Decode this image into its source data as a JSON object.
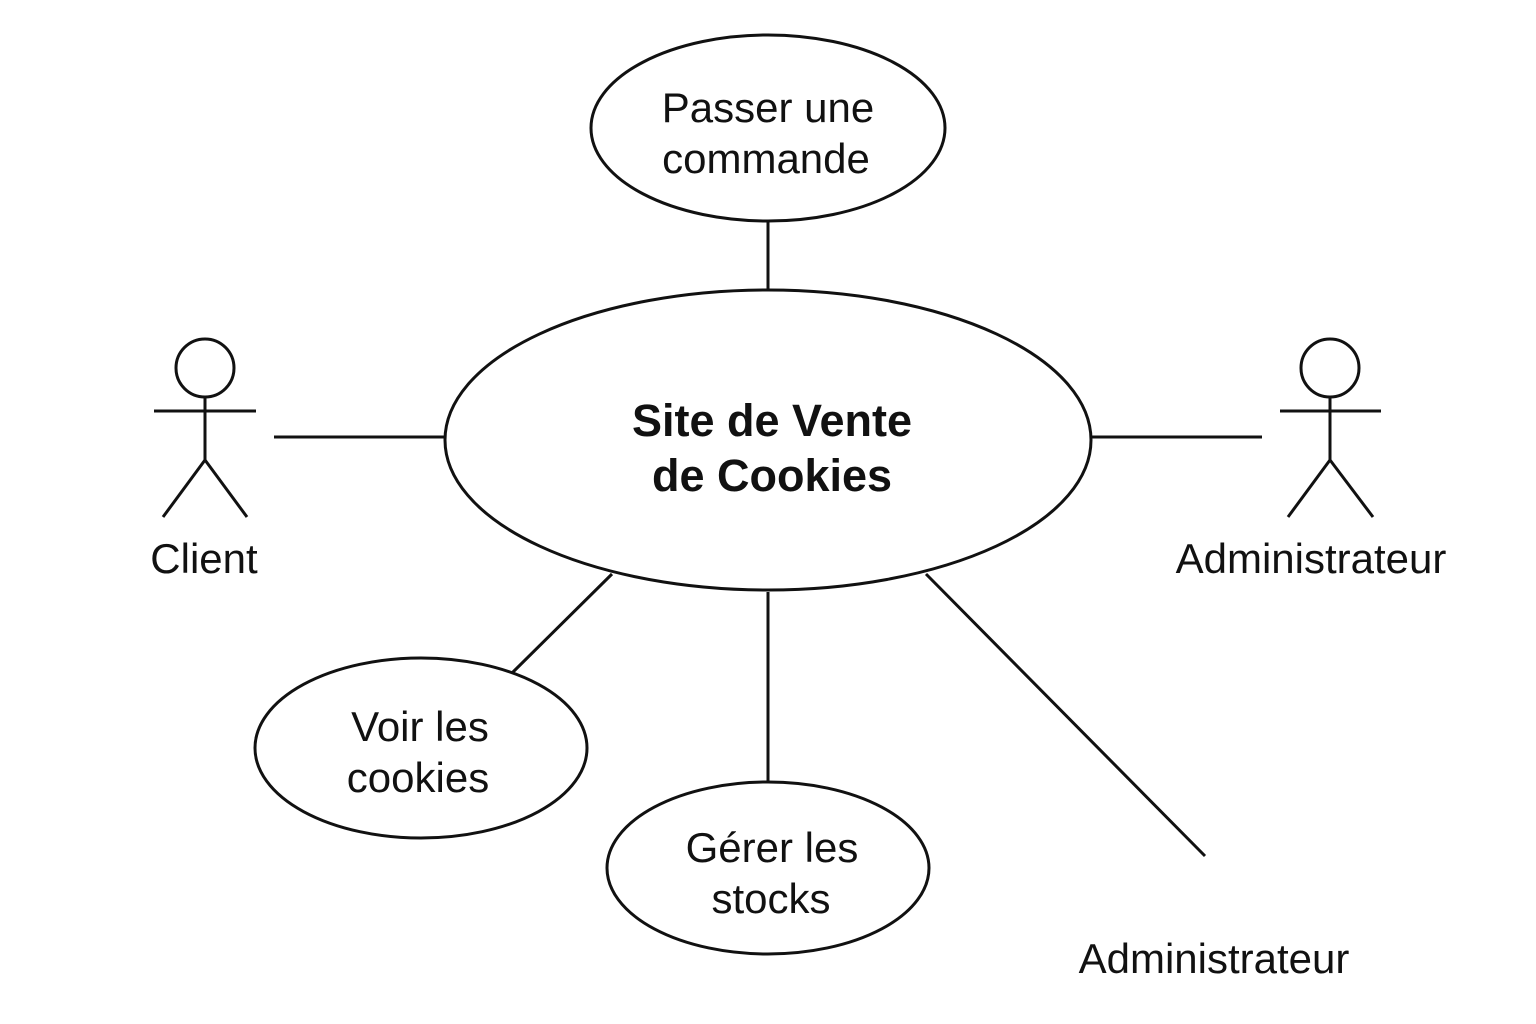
{
  "system": {
    "line1": "Site de Vente",
    "line2": "de Cookies"
  },
  "use_cases": [
    {
      "line1": "Passer une",
      "line2": "commande"
    },
    {
      "line1": "Voir les",
      "line2": "cookies"
    },
    {
      "line1": "Gérer les",
      "line2": "stocks"
    }
  ],
  "actors": [
    {
      "label": "Client"
    },
    {
      "label": "Administrateur"
    },
    {
      "label": "Administrateur"
    }
  ],
  "colors": {
    "stroke": "#111111",
    "background": "#ffffff"
  }
}
